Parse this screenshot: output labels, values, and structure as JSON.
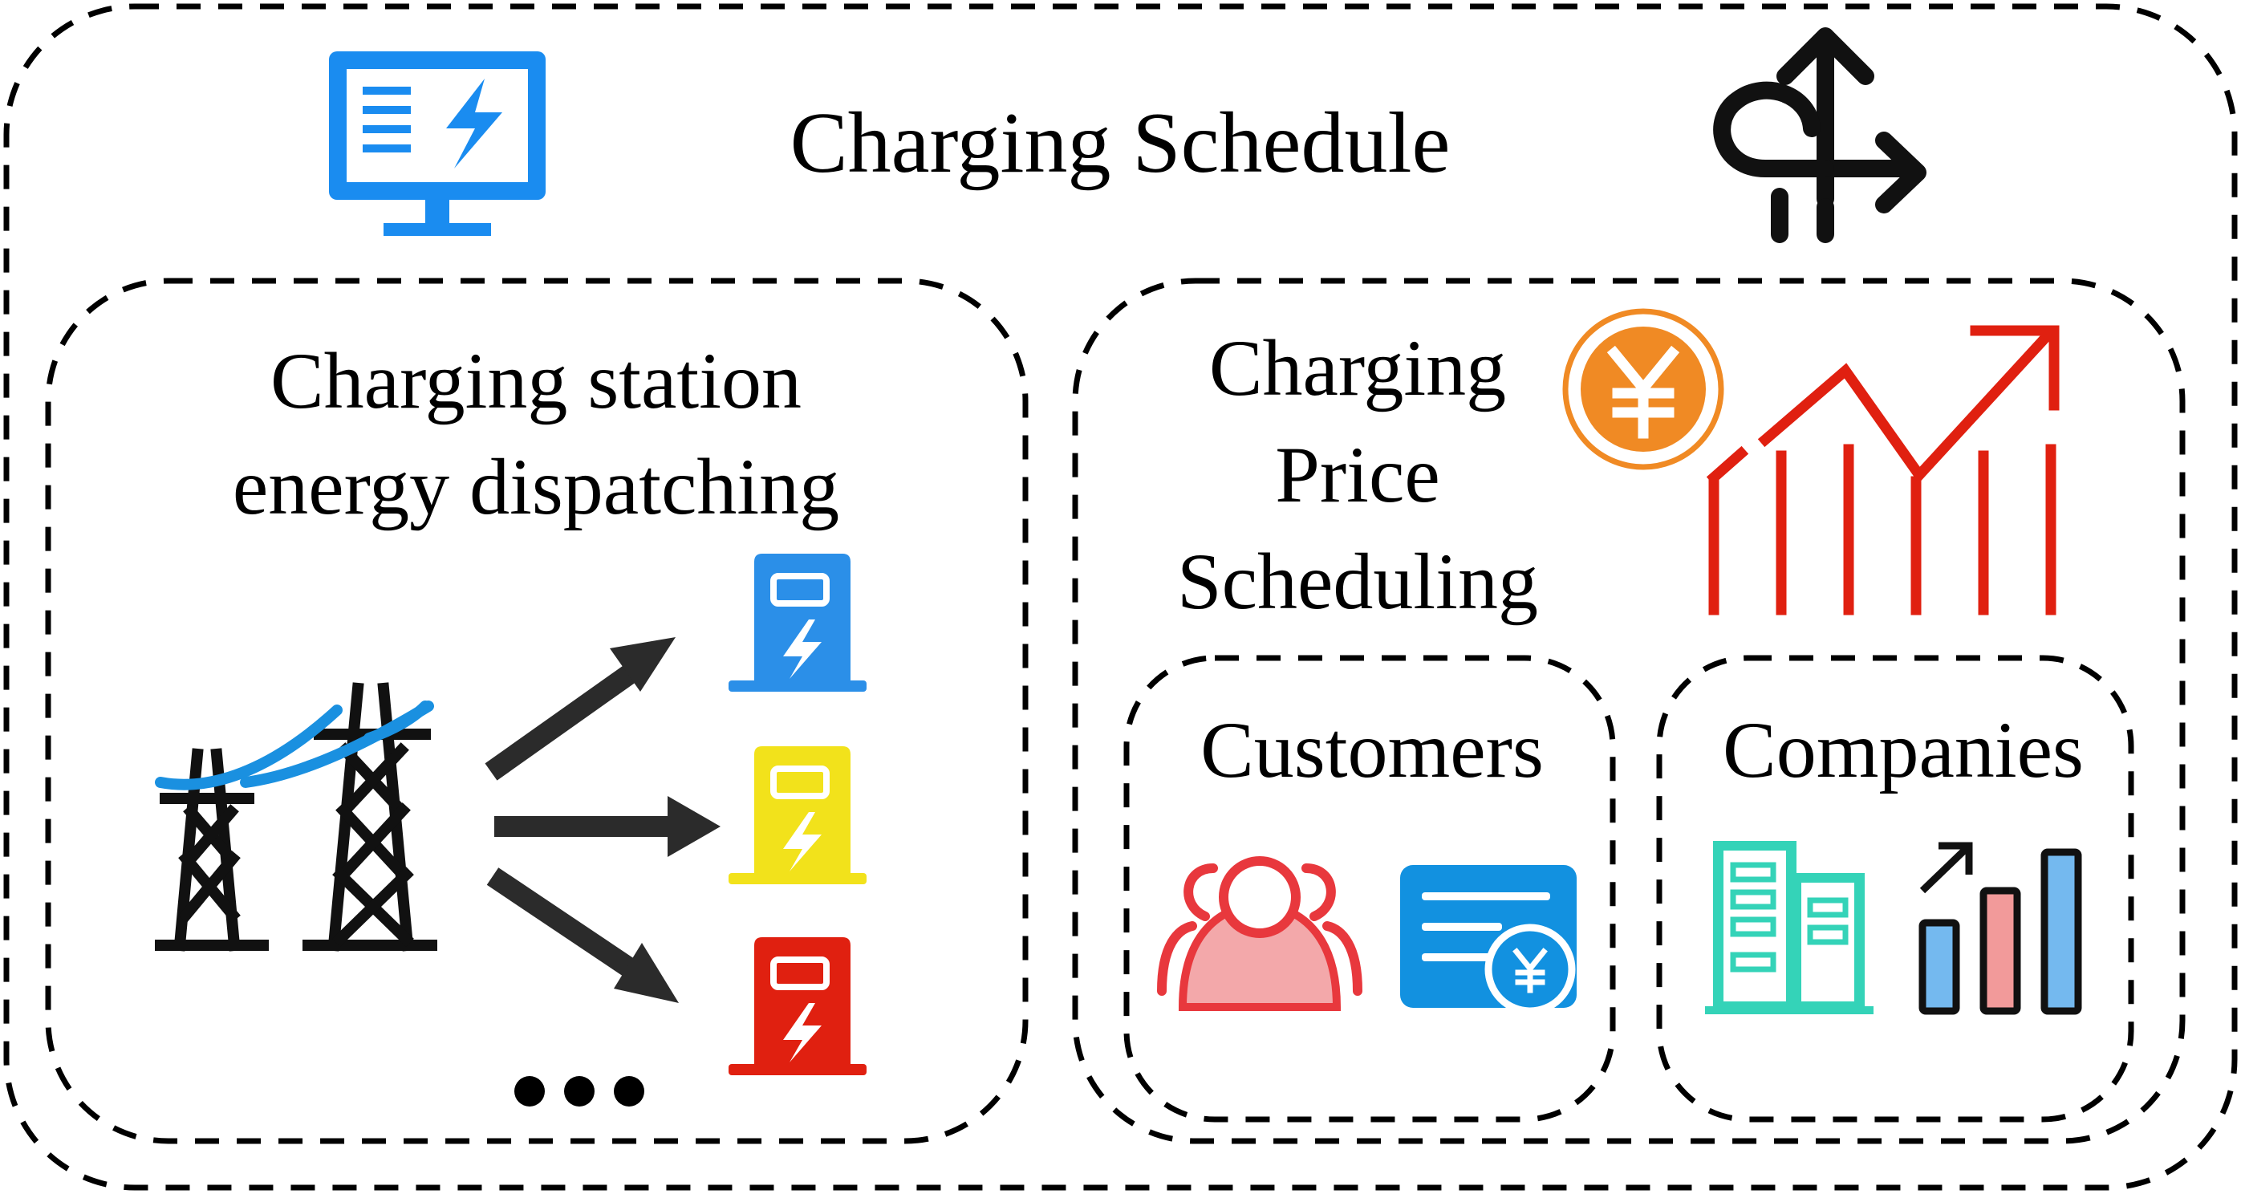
{
  "diagram": {
    "title": "Charging Schedule",
    "dispatch_panel": {
      "title_line1": "Charging station",
      "title_line2": "energy dispatching",
      "ellipsis": "..."
    },
    "price_panel": {
      "title_line1": "Charging",
      "title_line2": "Price",
      "title_line3": "Scheduling",
      "customers_label": "Customers",
      "companies_label": "Companies",
      "currency_symbol": "¥"
    },
    "colors": {
      "monitor_blue": "#1a8cf0",
      "charger_blue": "#2b8fe8",
      "charger_yellow": "#f2e21b",
      "charger_red": "#e02010",
      "trend_red": "#e02010",
      "yen_orange": "#f08a24",
      "customer_red": "#e8383d",
      "customer_fill": "#f3a8aa",
      "card_blue": "#1291e0",
      "building_teal": "#34d3b8",
      "bar_blue": "#74b9ef",
      "bar_pink": "#f29a9a"
    }
  }
}
